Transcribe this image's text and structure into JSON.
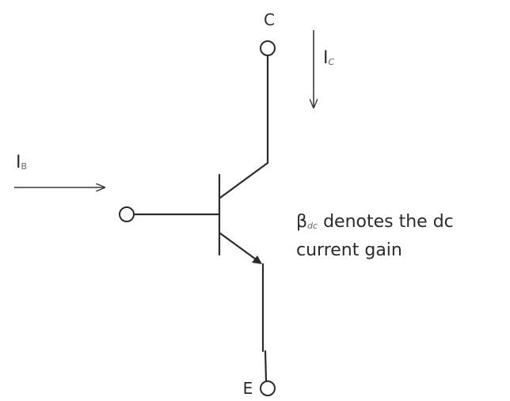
{
  "diagram": {
    "collector_label": "C",
    "emitter_label": "E",
    "collector_current": {
      "main": "I",
      "sub": "C"
    },
    "base_current": {
      "main": "I",
      "sub": "B"
    },
    "gain_note": {
      "symbol": "β",
      "symbol_sub": "dc",
      "line1_rest": " denotes the dc",
      "line2": "current gain"
    }
  }
}
